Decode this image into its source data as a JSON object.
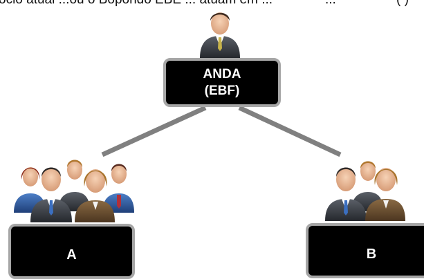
{
  "header": {
    "fragment_left": "ócio atual ...ou o Bopondo EBE ... atuam em ...",
    "fragment_mid": "...",
    "fragment_right": "( )"
  },
  "root": {
    "line1": "ANDA",
    "line2": "(EBF)"
  },
  "children": [
    {
      "label": "A"
    },
    {
      "label": "B"
    }
  ],
  "colors": {
    "node_fill": "#000000",
    "node_border": "#a6a6a6",
    "connector": "#808080"
  },
  "icons": {
    "root": "businessman-icon",
    "a": "team-icon",
    "b": "team-icon"
  }
}
